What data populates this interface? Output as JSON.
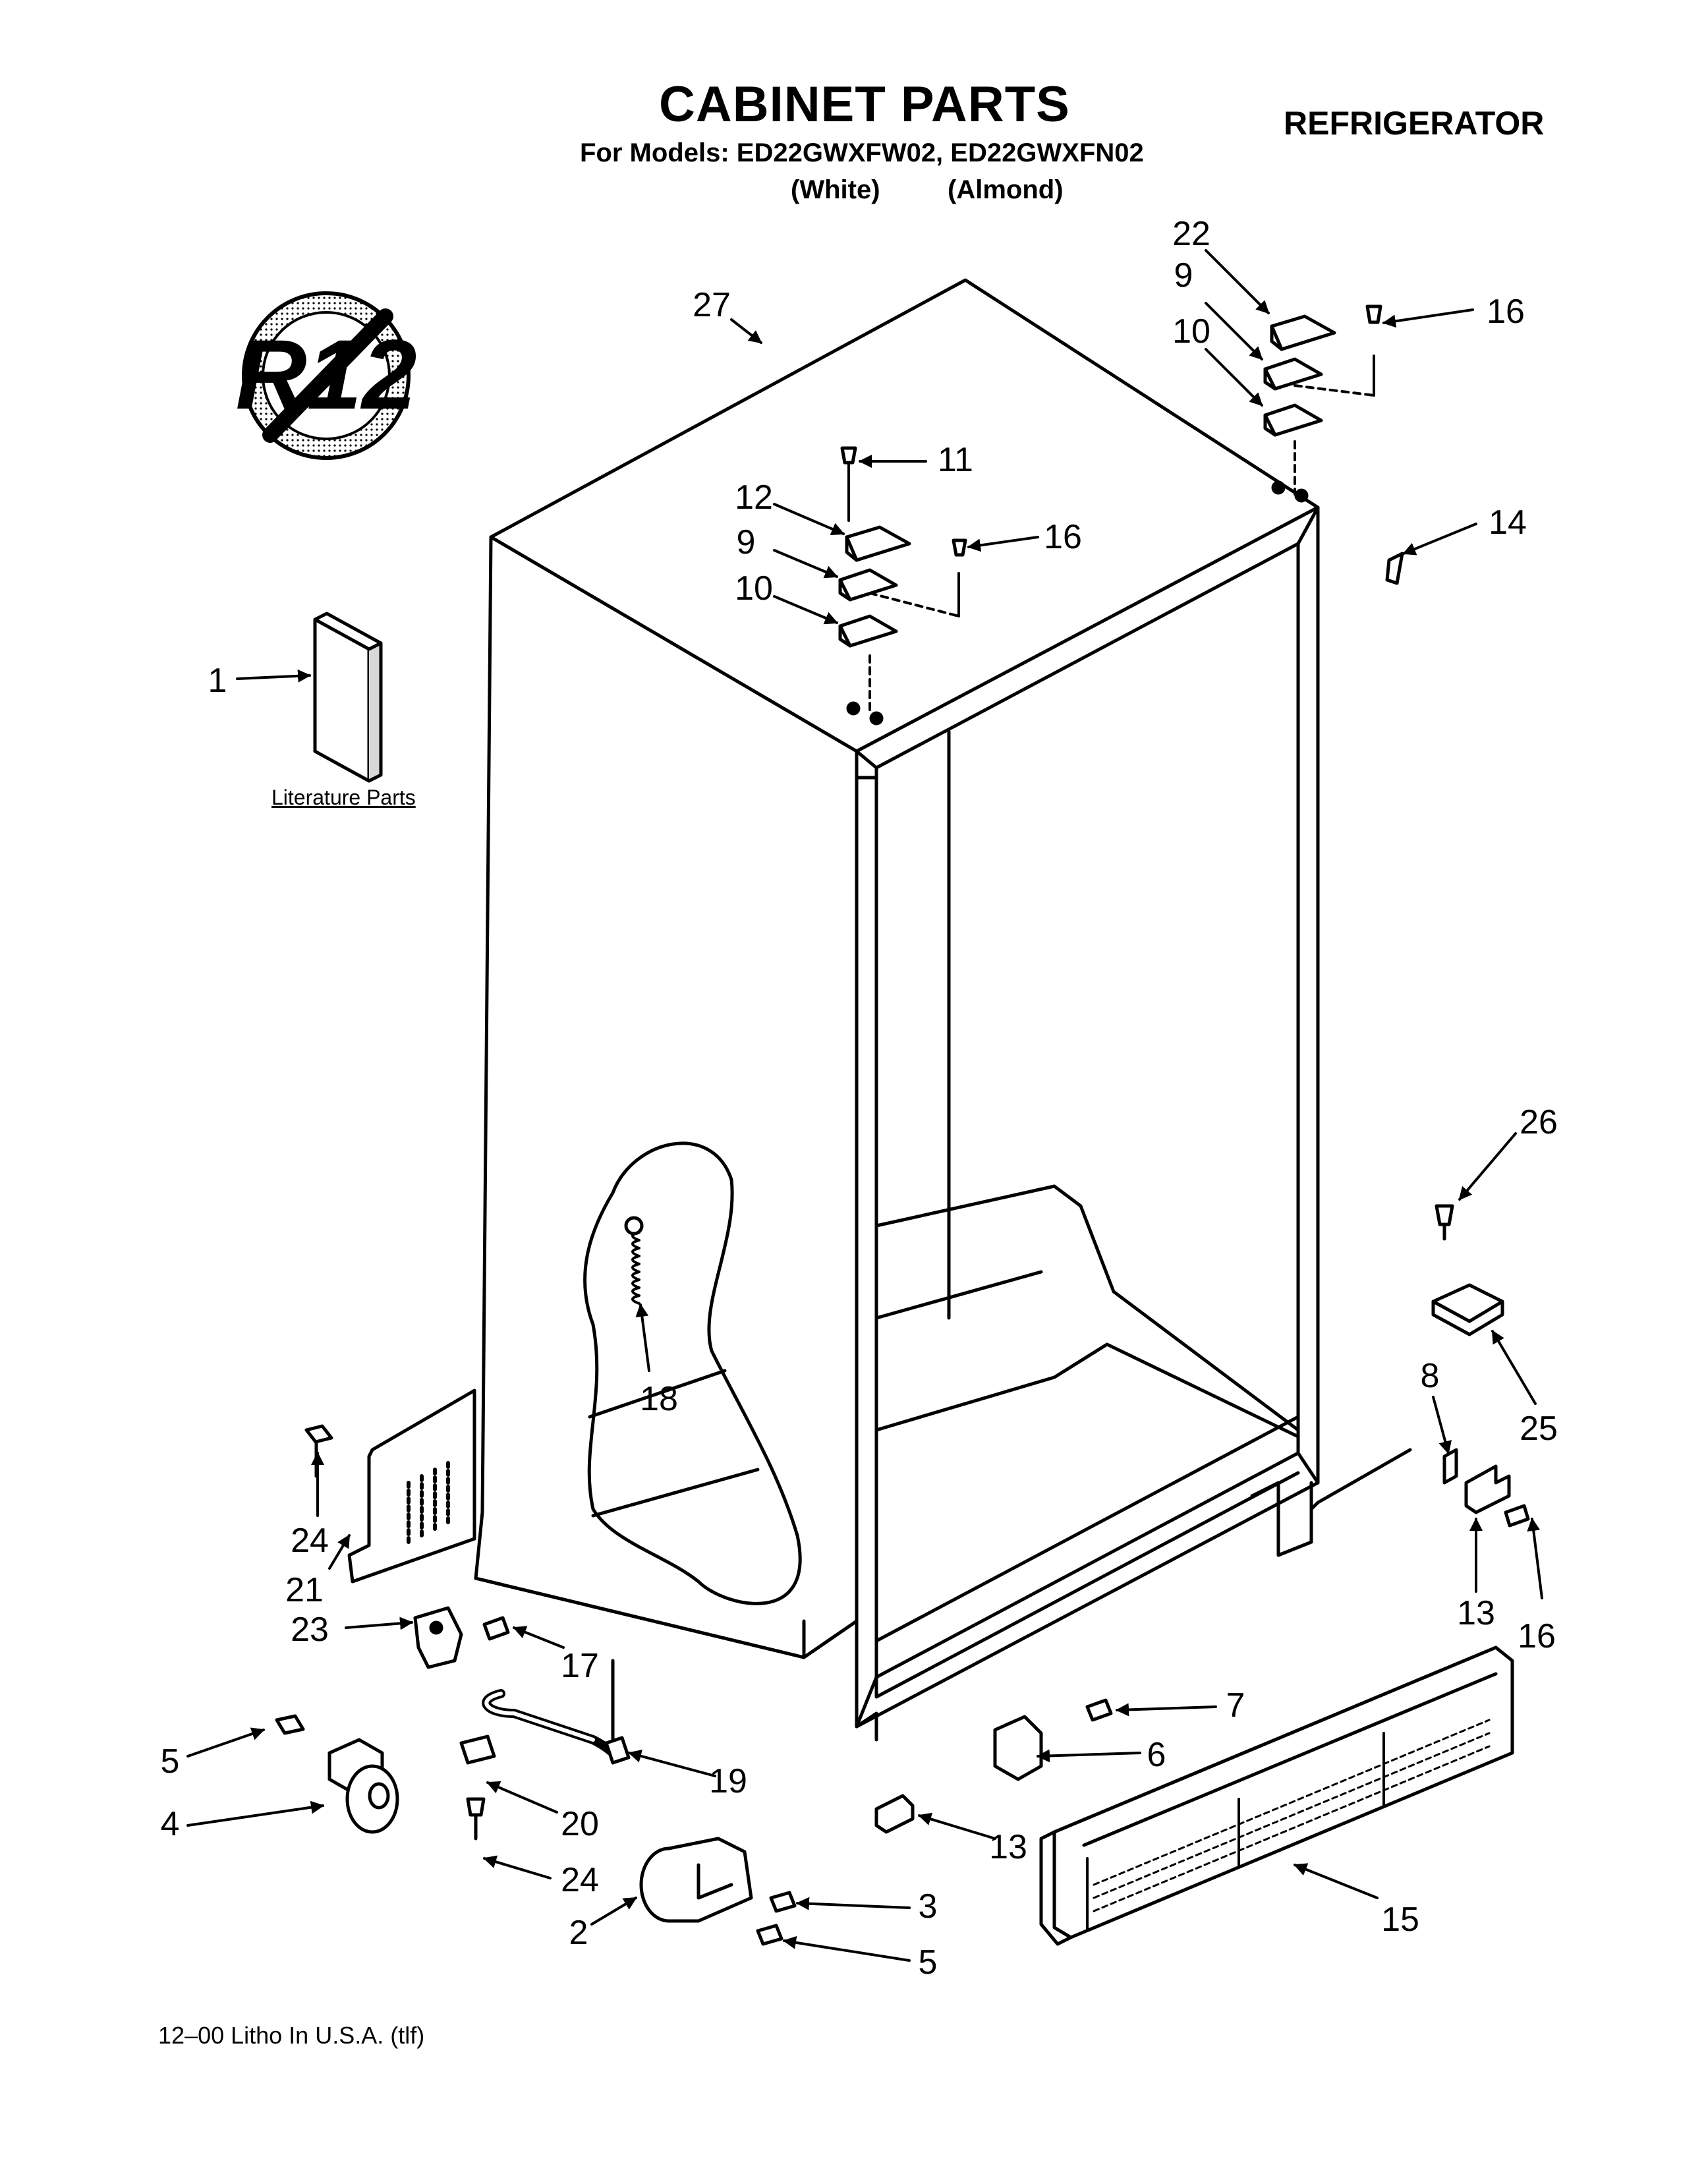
{
  "header": {
    "title": "CABINET PARTS",
    "category": "REFRIGERATOR",
    "models_line": "For Models: ED22GWXFW02, ED22GWXFN02",
    "color_white": "(White)",
    "color_almond": "(Almond)"
  },
  "badge": {
    "text": "R12",
    "icon": "no-r12-refrigerant-icon"
  },
  "literature": {
    "label": "Literature Parts"
  },
  "footer": {
    "text": "12–00 Litho In U.S.A. (tlf)"
  },
  "callouts": [
    "27",
    "22",
    "9",
    "10",
    "16",
    "11",
    "12",
    "9",
    "16",
    "10",
    "14",
    "1",
    "26",
    "25",
    "8",
    "18",
    "24",
    "21",
    "23",
    "17",
    "13",
    "16",
    "7",
    "6",
    "5",
    "19",
    "4",
    "20",
    "24",
    "13",
    "15",
    "3",
    "2",
    "5"
  ]
}
